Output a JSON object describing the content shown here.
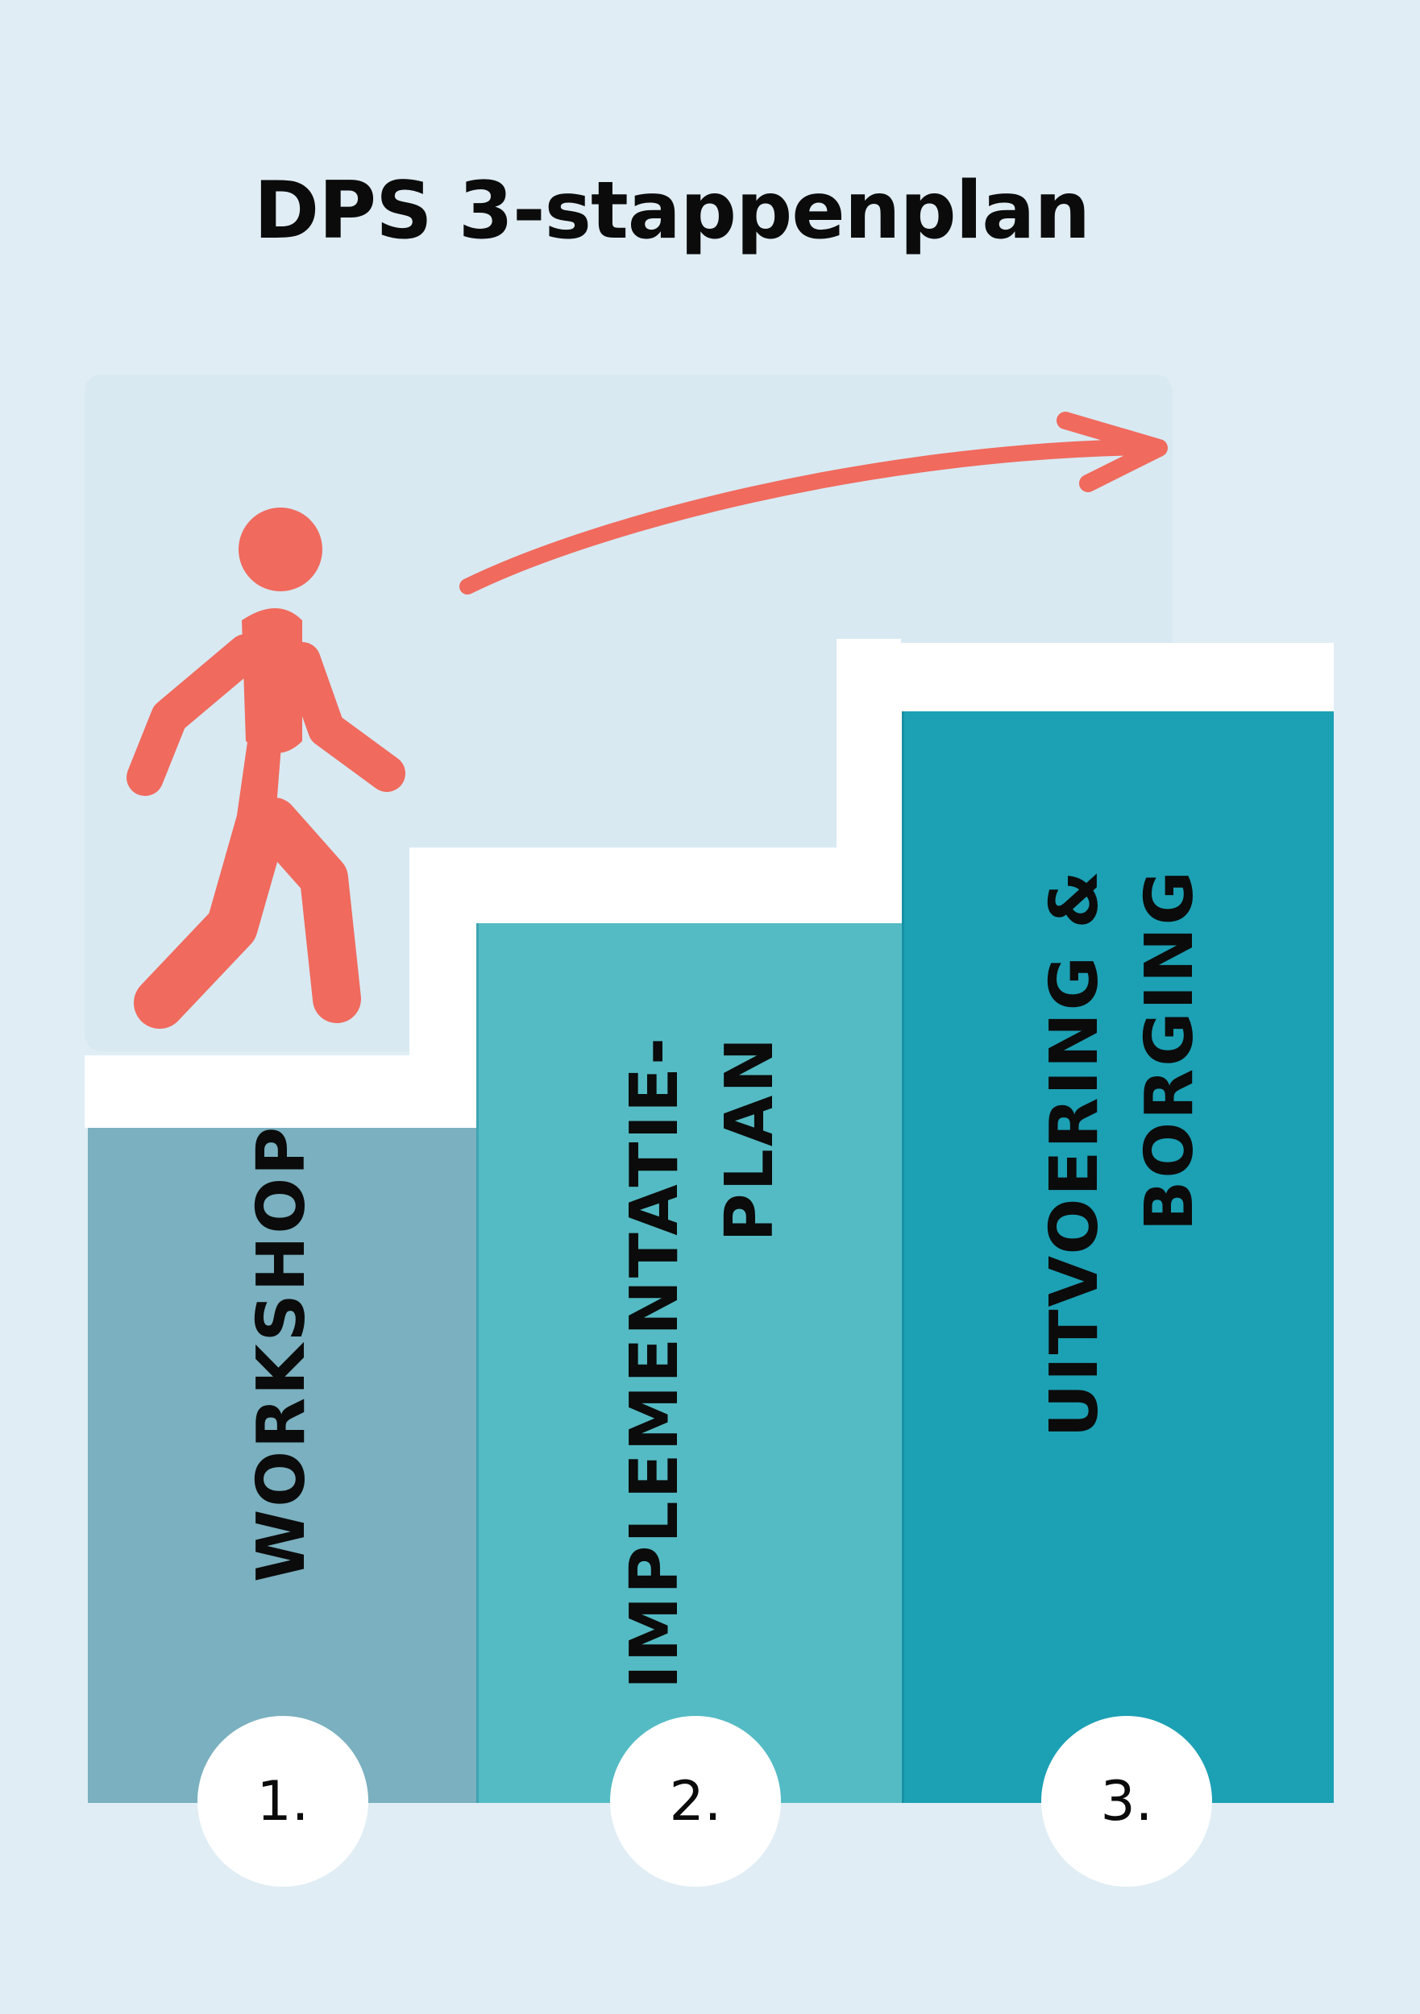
{
  "title": "DPS 3-stappenplan",
  "steps": [
    {
      "number": "1.",
      "label_lines": [
        "WORKSHOP"
      ]
    },
    {
      "number": "2.",
      "label_lines": [
        "IMPLEMENTATIE-",
        "PLAN"
      ]
    },
    {
      "number": "3.",
      "label_lines": [
        "UITVOERING &",
        "BORGING"
      ]
    }
  ],
  "colors": {
    "background": "#e0edf4",
    "step_1": "#7ab0bf",
    "step_2": "#54bbc4",
    "step_3": "#1ca0b4",
    "accent": "#f06a5d",
    "stair_top": "#ffffff"
  },
  "icons": [
    "walking-person-icon",
    "arrow-right-icon"
  ]
}
